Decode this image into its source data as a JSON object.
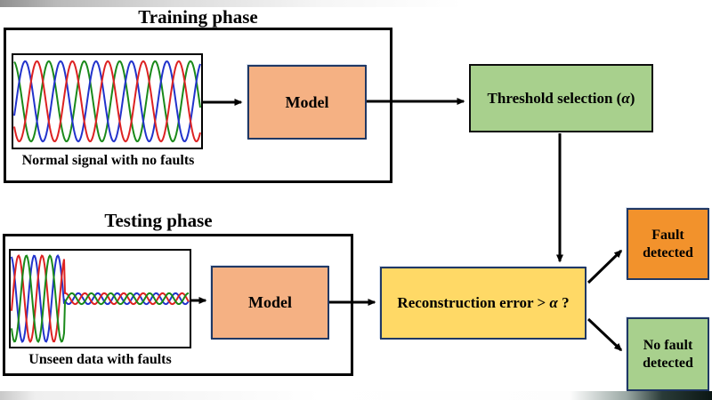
{
  "diagram": {
    "training": {
      "title": "Training phase",
      "signal_caption": "Normal signal with no faults",
      "model_label": "Model"
    },
    "testing": {
      "title": "Testing phase",
      "signal_caption": "Unseen data with faults",
      "model_label": "Model"
    },
    "threshold": {
      "prefix": "Threshold selection (",
      "alpha": "α",
      "suffix": ")"
    },
    "decision": {
      "prefix": "Reconstruction error > ",
      "alpha": "α",
      "suffix": " ?"
    },
    "outcomes": {
      "fault": "Fault detected",
      "no_fault": "No fault detected"
    }
  },
  "colors": {
    "model_fill": "#F5B183",
    "threshold_fill": "#A8D08D",
    "decision_fill": "#FFD966",
    "fault_fill": "#F2922C",
    "no_fault_fill": "#A8D08D",
    "border_navy": "#203864",
    "border_black": "#0d0d0d",
    "arrow_color": "#000000",
    "signal_green": "#1a8a1a",
    "signal_red": "#dd2222",
    "signal_blue": "#2233cc"
  },
  "waveforms": {
    "training": {
      "phase_colors": [
        "#1a8a1a",
        "#2233cc",
        "#dd2222"
      ],
      "segments": [
        {
          "until": 1.0,
          "rate": 5.3,
          "amp": 0.92
        }
      ]
    },
    "testing": {
      "phase_colors": [
        "#2233cc",
        "#dd2222",
        "#1a8a1a"
      ],
      "segments": [
        {
          "until": 0.3,
          "rate": 7.6,
          "amp": 0.95
        },
        {
          "until": 1.0,
          "rate": 9.2,
          "amp": 0.12
        }
      ]
    }
  }
}
